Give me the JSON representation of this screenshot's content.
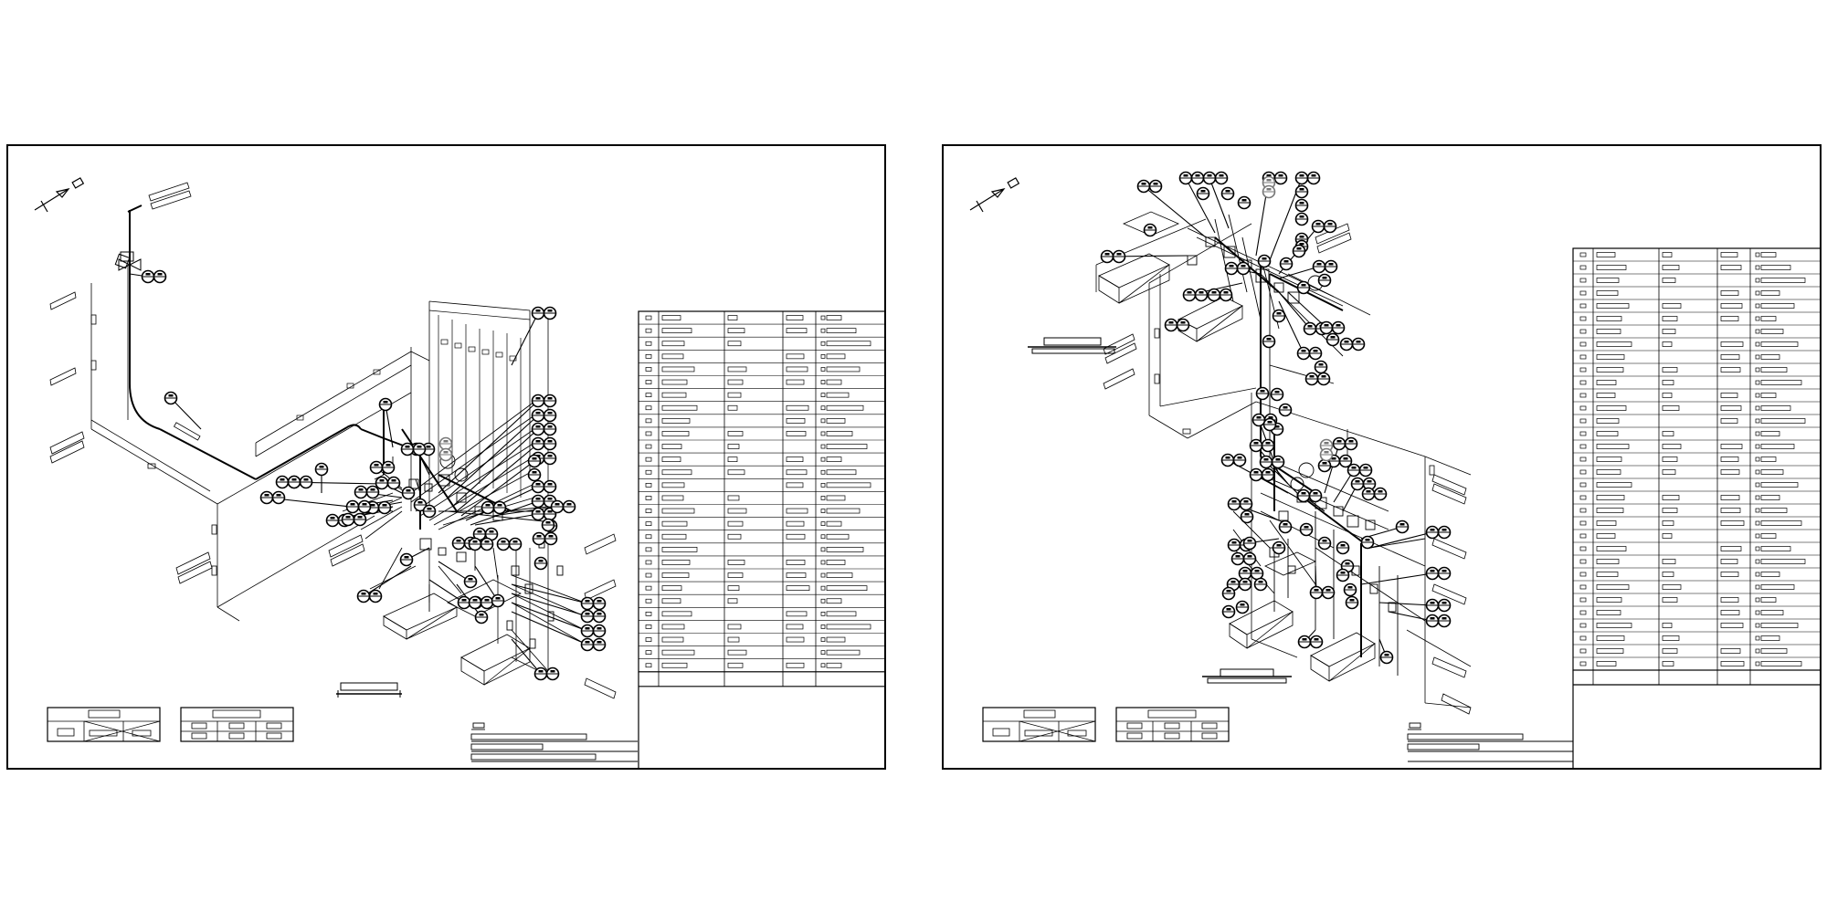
{
  "sheets": [
    {
      "id": "left",
      "north_arrow_icon": "north-arrow-icon",
      "pipe_route": "main",
      "table_rows": 28
    },
    {
      "id": "right",
      "north_arrow_icon": "north-arrow-icon",
      "pipe_route": "cluster",
      "table_rows": 33
    }
  ],
  "colors": {
    "line": "#000000",
    "background": "#ffffff",
    "callout_faded": "#777777"
  },
  "icons": {
    "callout": "callout-bubble-icon",
    "valve": "valve-icon",
    "north_arrow": "north-arrow-icon"
  }
}
